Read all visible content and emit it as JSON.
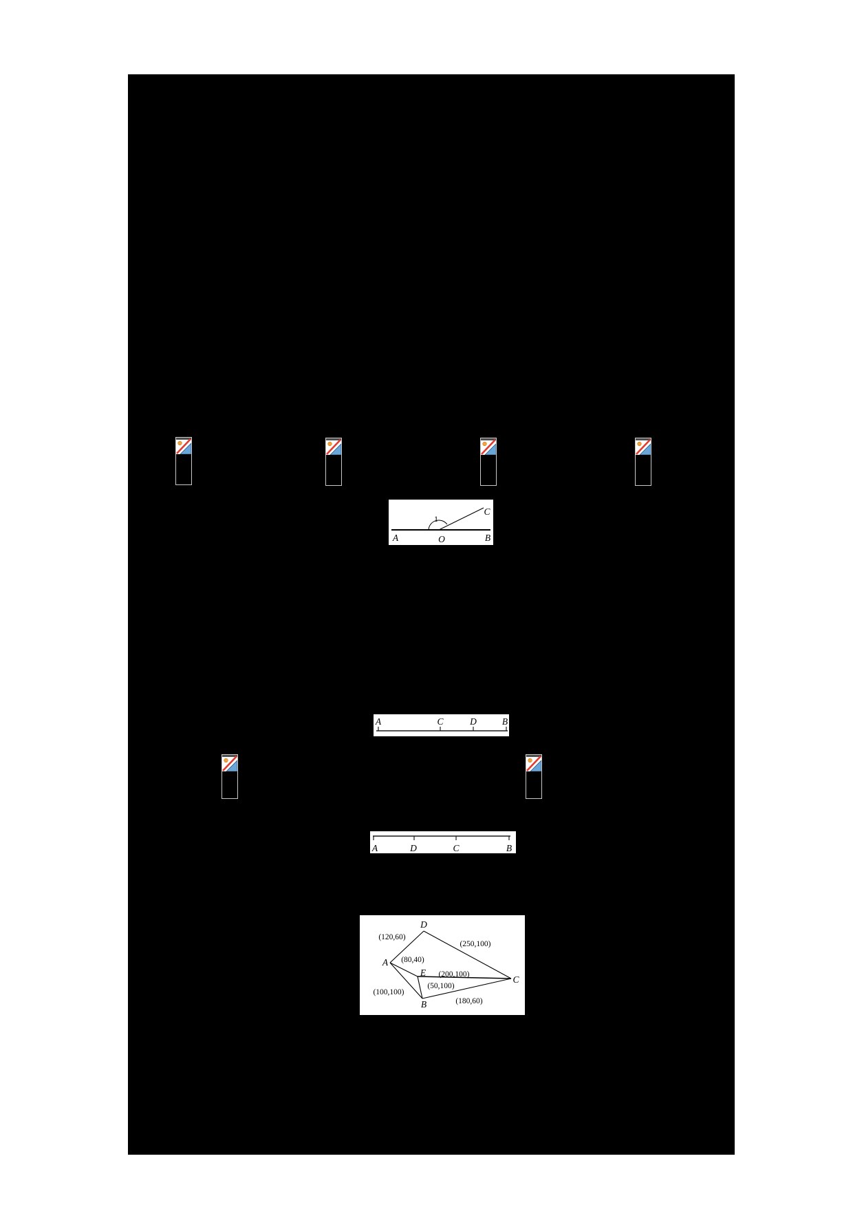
{
  "colors": {
    "canvas_bg": "#000000",
    "page_bg": "#ffffff",
    "figure_bg": "#ffffff",
    "diagram_line": "#000000",
    "icon_border": "#c9c9c9",
    "icon_sun": "#f2a33c",
    "icon_mountain": "#6aa5d8",
    "icon_slash": "#e23b2e",
    "icon_topbar": "#4d4d4d"
  },
  "icons": {
    "broken_image": "broken-image-icon"
  },
  "figures": {
    "angle_diagram": {
      "label_a": "A",
      "label_o": "O",
      "label_b": "B",
      "label_c": "C",
      "angle_number": "1"
    },
    "segment_diagram_top": {
      "labels": [
        "A",
        "C",
        "D",
        "B"
      ]
    },
    "segment_diagram_bottom": {
      "labels": [
        "A",
        "D",
        "C",
        "B"
      ]
    },
    "network_diagram": {
      "vertices": [
        "A",
        "B",
        "C",
        "D",
        "E"
      ],
      "edge_labels": {
        "ad": "(120,60)",
        "dc": "(250,100)",
        "ab": "(100,100)",
        "bc": "(180,60)",
        "ae": "(80,40)",
        "ec": "(200,100)",
        "be": "(50,100)"
      }
    }
  }
}
